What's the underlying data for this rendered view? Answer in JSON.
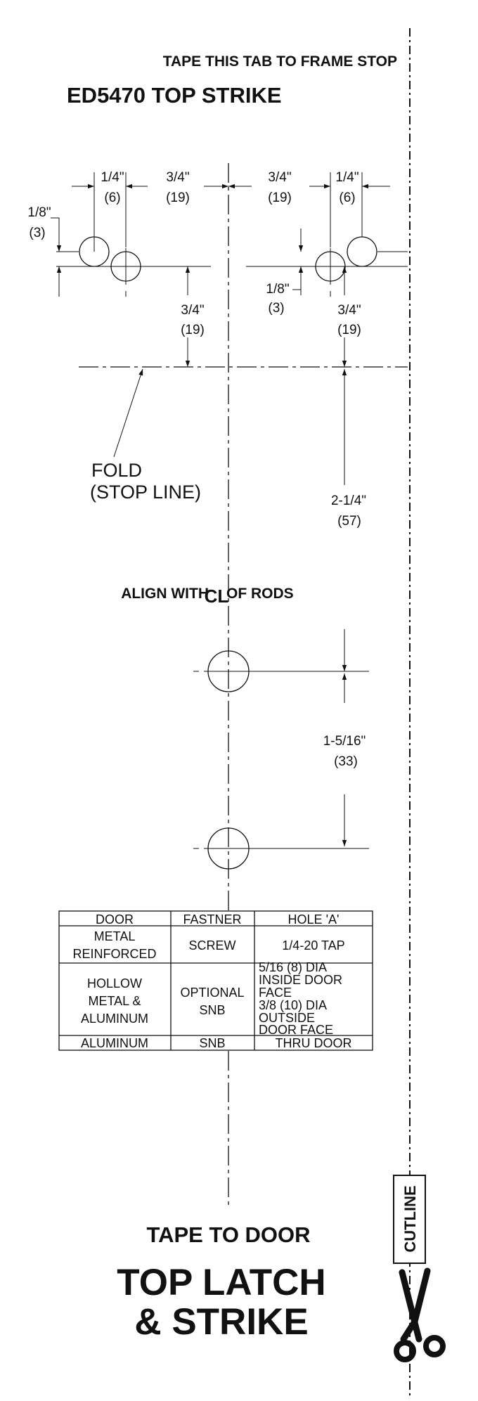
{
  "header": {
    "tab_instruction": "TAPE THIS TAB TO FRAME STOP",
    "title": "ED5470 TOP STRIKE"
  },
  "dimensions": {
    "left_hole_spacing": [
      "1/4\"",
      "(6)"
    ],
    "left_center_offset": [
      "3/4\"",
      "(19)"
    ],
    "right_center_offset": [
      "3/4\"",
      "(19)"
    ],
    "right_hole_spacing": [
      "1/4\"",
      "(6)"
    ],
    "left_vertical_offset": [
      "1/8\"",
      "(3)"
    ],
    "right_vertical_offset": [
      "1/8\"",
      "(3)"
    ],
    "left_to_fold": [
      "3/4\"",
      "(19)"
    ],
    "right_to_fold": [
      "3/4\"",
      "(19)"
    ],
    "fold_to_hole": [
      "2-1/4\"",
      "(57)"
    ],
    "hole_to_hole": [
      "1-5/16\"",
      "(33)"
    ]
  },
  "fold_label": [
    "FOLD",
    "(STOP LINE)"
  ],
  "align_note": {
    "before": "ALIGN WITH",
    "symbol": "CL",
    "after": "OF RODS"
  },
  "table": {
    "headers": [
      "DOOR",
      "FASTNER",
      "HOLE 'A'"
    ],
    "rows": [
      {
        "door": [
          "METAL",
          "REINFORCED"
        ],
        "fastener": [
          "SCREW"
        ],
        "hole": [
          "1/4-20 TAP"
        ]
      },
      {
        "door": [
          "HOLLOW",
          "METAL &",
          "ALUMINUM"
        ],
        "fastener": [
          "OPTIONAL",
          "SNB"
        ],
        "hole": [
          "5/16 (8) DIA",
          "INSIDE DOOR",
          "FACE",
          "3/8 (10) DIA",
          "OUTSIDE",
          "DOOR FACE"
        ]
      },
      {
        "door": [
          "ALUMINUM"
        ],
        "fastener": [
          "SNB"
        ],
        "hole": [
          "THRU DOOR"
        ]
      }
    ]
  },
  "cutline_label": "CUTLINE",
  "footer": {
    "instruction": "TAPE TO DOOR",
    "title_line1": "TOP LATCH",
    "title_line2": "& STRIKE"
  },
  "icons": {
    "scissors": "scissors-icon",
    "centerline": "centerline-symbol"
  }
}
